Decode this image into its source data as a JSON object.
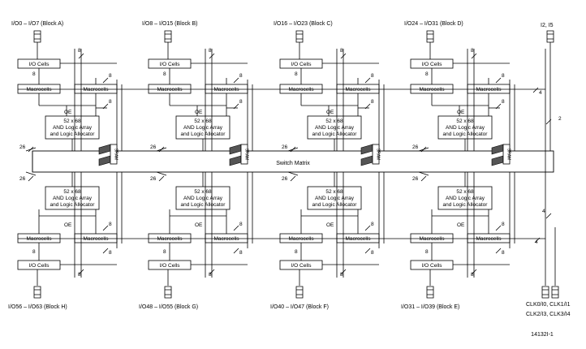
{
  "io_labels_top": [
    "I/O0 – I/O7 (Block A)",
    "I/O8 – I/O15 (Block B)",
    "I/O16 – I/O23 (Block C)",
    "I/O24 – I/O31 (Block D)"
  ],
  "io_labels_bottom": [
    "I/O56 – I/O63 (Block H)",
    "I/O48 – I/O55 (Block G)",
    "I/O40 – I/O47 (Block F)",
    "I/O31 – I/O39 (Block E)"
  ],
  "labels": {
    "io_cells": "I/O Cells",
    "macrocells": "Macrocells",
    "oe": "OE",
    "and_array_line1": "52 x 68",
    "and_array_line2": "AND Logic Array",
    "and_array_line3": "and Logic Allocator",
    "switch_matrix": "Switch Matrix",
    "sram": "SRAM"
  },
  "bus_widths": {
    "eight": "8",
    "twenty_six": "26",
    "four": "4",
    "two": "2"
  },
  "right_inputs_top": "I2, I5",
  "clock_labels": [
    "CLK0/I0, CLK1/I1",
    "CLK2/I3, CLK3/I4"
  ],
  "figure_id": "14132I-1"
}
